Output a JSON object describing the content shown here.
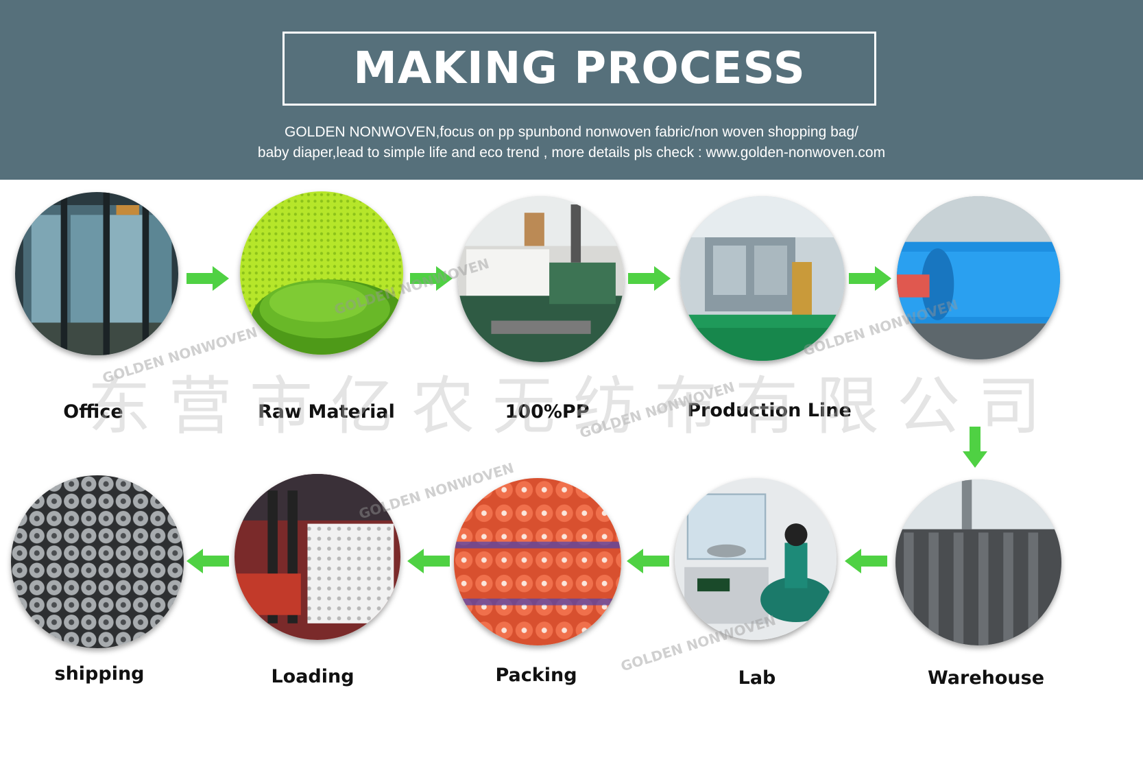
{
  "header": {
    "title": "MAKING PROCESS",
    "subtitle_line1": "GOLDEN NONWOVEN,focus on pp spunbond nonwoven fabric/non woven shopping bag/",
    "subtitle_line2": "baby diaper,lead to simple life and eco trend , more details pls check : www.golden-nonwoven.com",
    "background_color": "#56707b"
  },
  "steps": [
    {
      "label": "Office",
      "image": "office-photo"
    },
    {
      "label": "Raw Material",
      "image": "green-pellets-photo"
    },
    {
      "label": "100%PP",
      "image": "bag-machine-photo"
    },
    {
      "label": "Production Line",
      "image": "factory-line-photo"
    },
    {
      "label": "",
      "image": "blue-roll-photo"
    },
    {
      "label": "Warehouse",
      "image": "warehouse-photo"
    },
    {
      "label": "Lab",
      "image": "lab-scale-photo"
    },
    {
      "label": "Packing",
      "image": "orange-rolls-photo"
    },
    {
      "label": "Loading",
      "image": "loading-photo"
    },
    {
      "label": "shipping",
      "image": "gray-rolls-photo"
    }
  ],
  "watermarks": {
    "brand": "GOLDEN NONWOVEN",
    "company_cn": "东营市亿农无纺布有限公司"
  },
  "arrow_color": "#4fd143"
}
